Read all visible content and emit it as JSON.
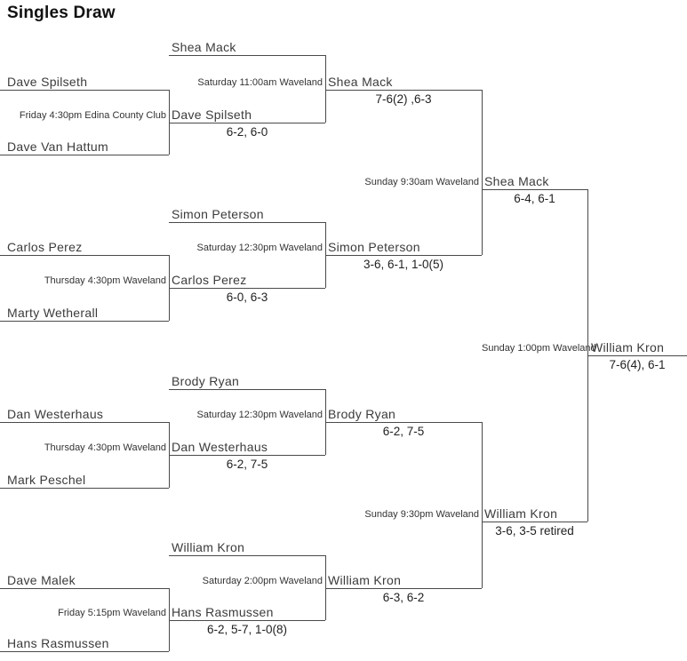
{
  "title": "Singles Draw",
  "colors": {
    "line": "#4a4a4a",
    "text": "#3b3b3b",
    "score": "#212121",
    "title": "#111111"
  },
  "round1": {
    "seeds": [
      "Dave Spilseth",
      "Dave Van Hattum",
      "Carlos Perez",
      "Marty Wetherall",
      "Dan Westerhaus",
      "Mark Peschel",
      "Dave Malek",
      "Hans Rasmussen"
    ],
    "match_labels": [
      "Friday 4:30pm Edina County Club",
      "Thursday 4:30pm Waveland",
      "Thursday 4:30pm Waveland",
      "Friday 5:15pm Waveland"
    ]
  },
  "round2": {
    "slots": [
      {
        "name": "Shea Mack",
        "score": ""
      },
      {
        "name": "Dave Spilseth",
        "score": "6-2, 6-0"
      },
      {
        "name": "Simon Peterson",
        "score": ""
      },
      {
        "name": "Carlos Perez",
        "score": "6-0, 6-3"
      },
      {
        "name": "Brody Ryan",
        "score": ""
      },
      {
        "name": "Dan Westerhaus",
        "score": "6-2, 7-5"
      },
      {
        "name": "William Kron",
        "score": ""
      },
      {
        "name": "Hans Rasmussen",
        "score": "6-2, 5-7, 1-0(8)"
      }
    ],
    "match_labels": [
      "Saturday 11:00am Waveland",
      "Saturday 12:30pm Waveland",
      "Saturday 12:30pm Waveland",
      "Saturday 2:00pm Waveland"
    ]
  },
  "quarterfinal_winners": [
    {
      "name": "Shea Mack",
      "score": "7-6(2) ,6-3"
    },
    {
      "name": "Simon Peterson",
      "score": "3-6, 6-1, 1-0(5)"
    },
    {
      "name": "Brody Ryan",
      "score": "6-2, 7-5"
    },
    {
      "name": "William Kron",
      "score": "6-3, 6-2"
    }
  ],
  "semifinal": {
    "match_labels": [
      "Sunday 9:30am Waveland",
      "Sunday 9:30pm Waveland"
    ],
    "winners": [
      {
        "name": "Shea Mack",
        "score": "6-4, 6-1"
      },
      {
        "name": "William Kron",
        "score": "3-6, 3-5 retired"
      }
    ]
  },
  "final": {
    "match_label": "Sunday 1:00pm Waveland",
    "winner": {
      "name": "William Kron",
      "score": "7-6(4), 6-1"
    }
  }
}
